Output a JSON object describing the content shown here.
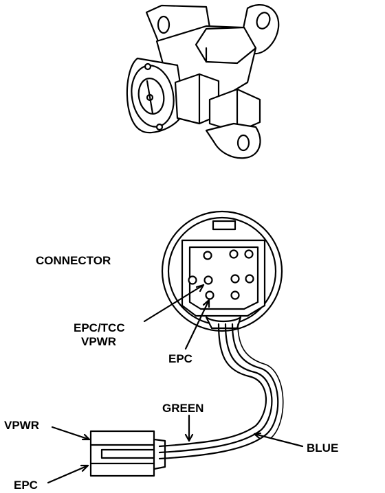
{
  "labels": {
    "connector": "CONNECTOR",
    "epc_tcc": "EPC/TCC",
    "vpwr_top": "VPWR",
    "epc_mid": "EPC",
    "green": "GREEN",
    "blue": "BLUE",
    "vpwr_left": "VPWR",
    "epc_bottom": "EPC"
  }
}
